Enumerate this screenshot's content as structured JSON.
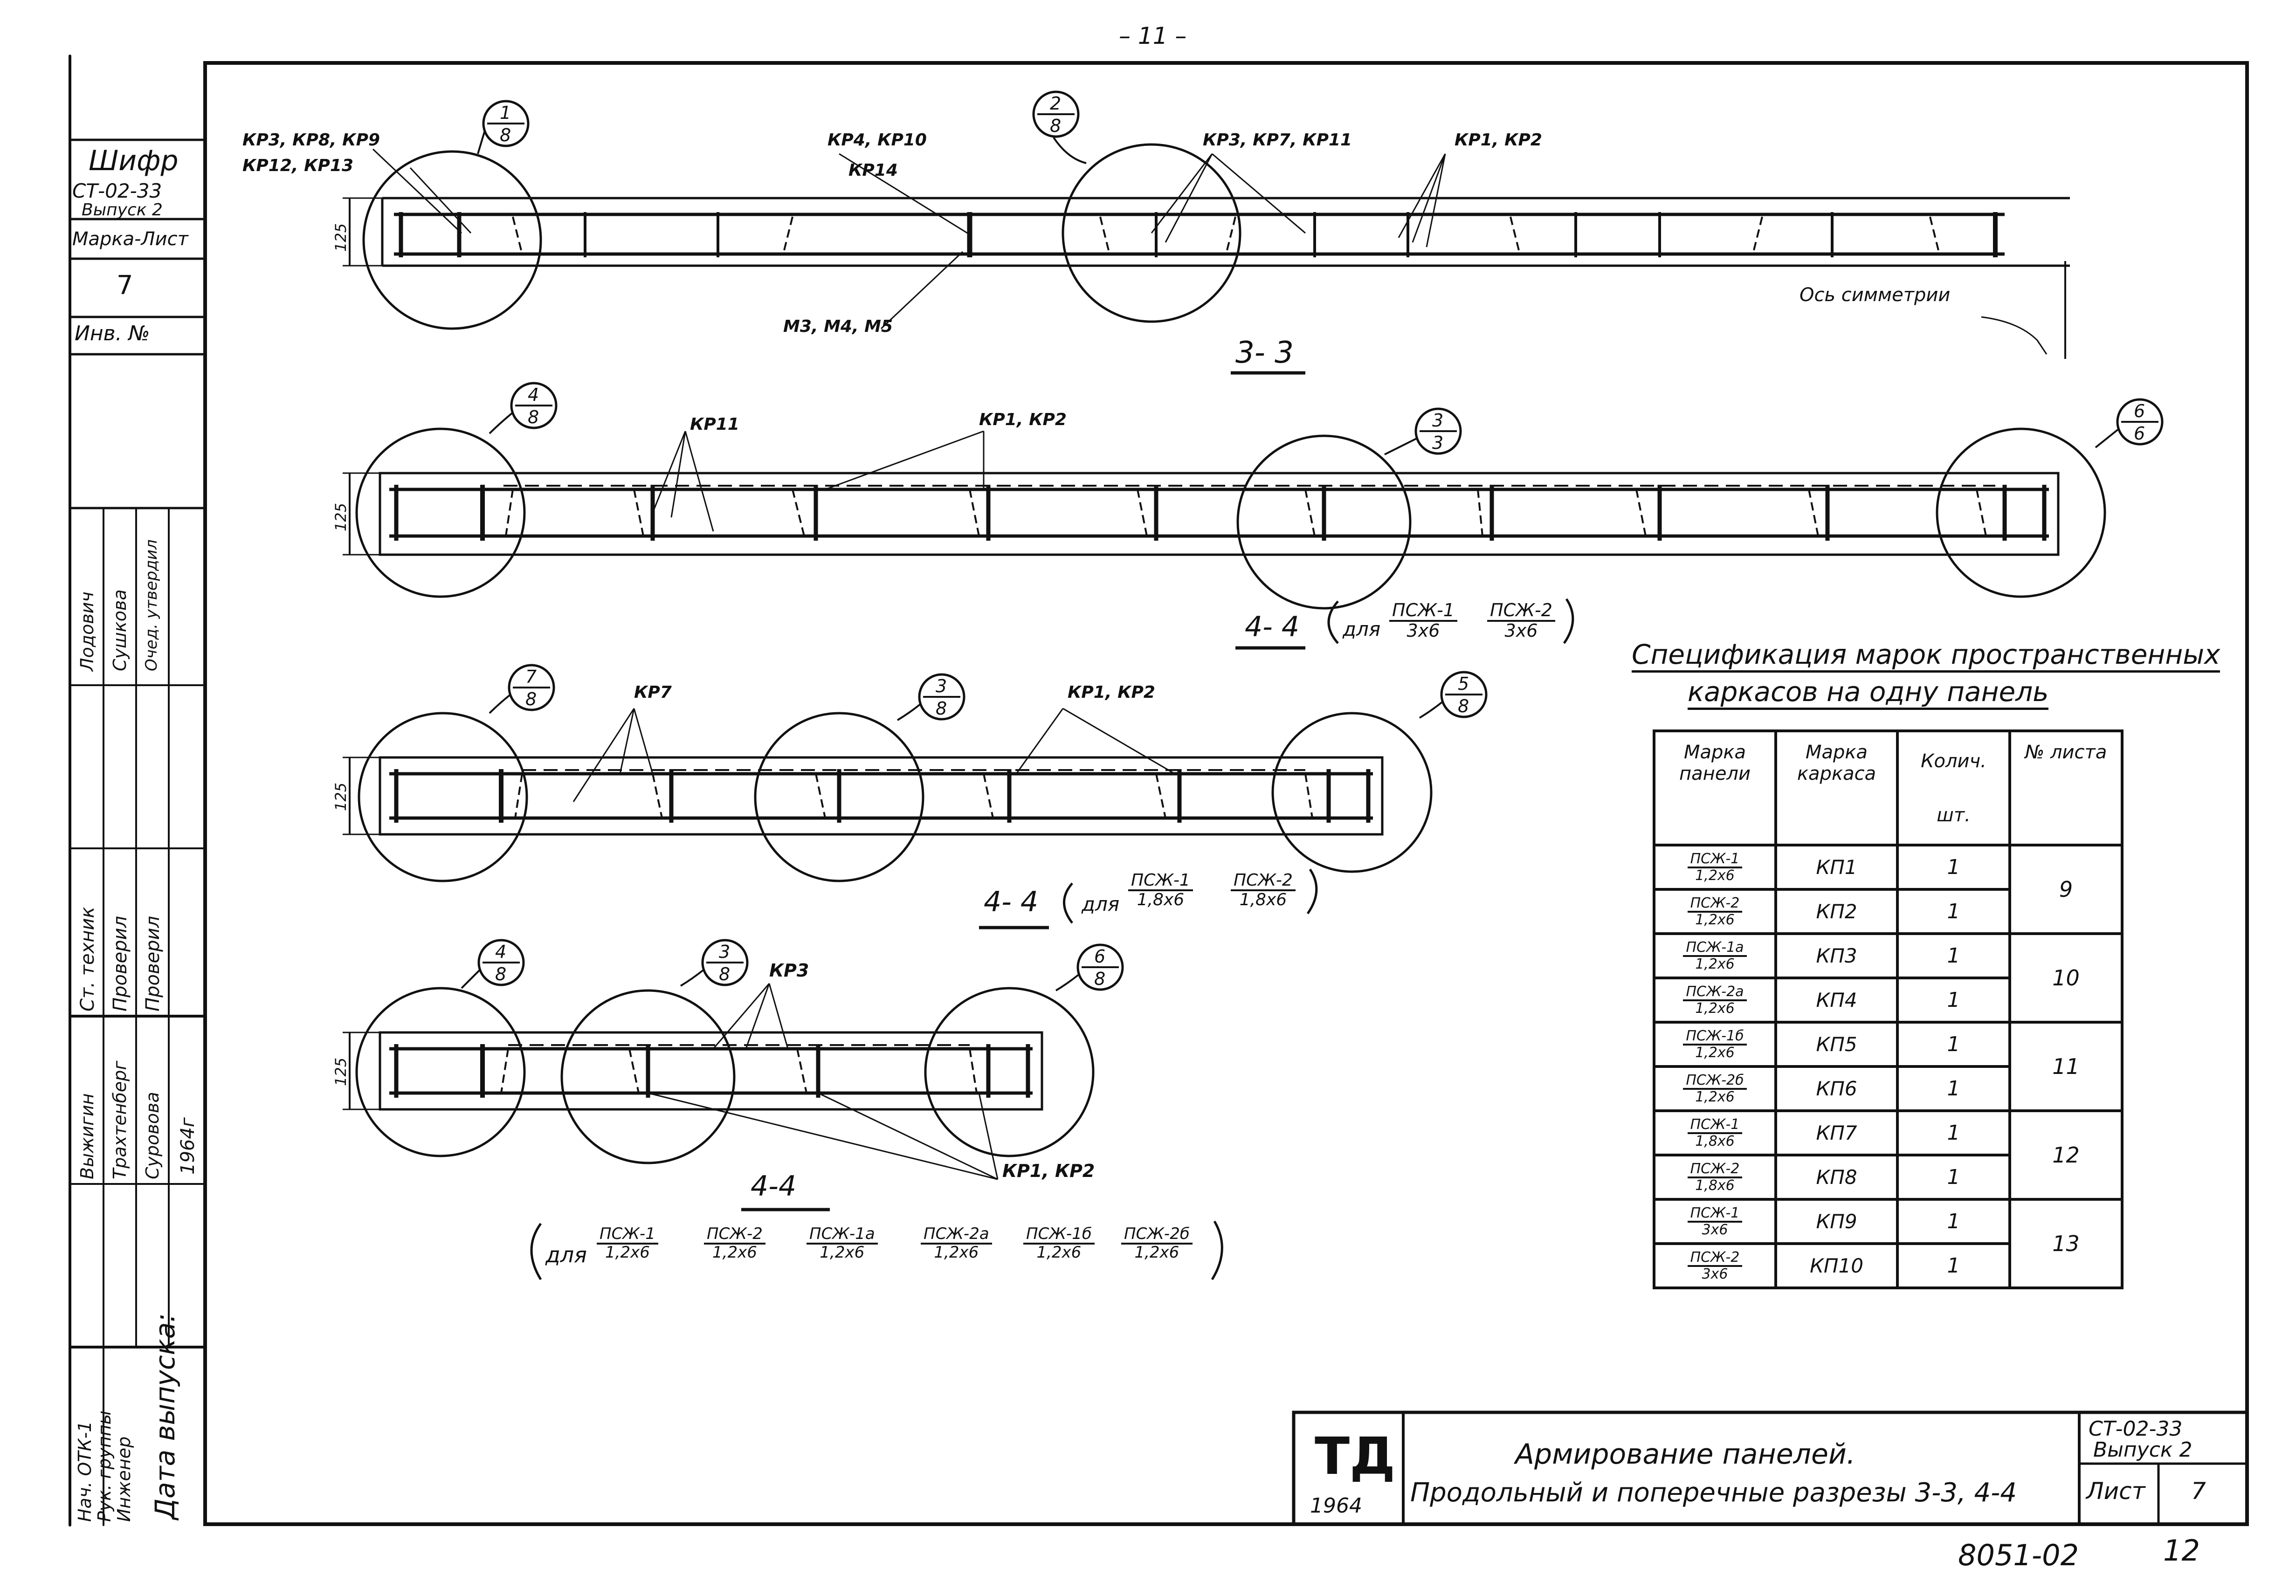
{
  "page_number": "– 11 –",
  "side_block": {
    "cipher_label": "Шифр",
    "cipher_code": "СТ-02-33",
    "issue": "Выпуск 2",
    "mark_sheet_label": "Марка-Лист",
    "mark_sheet_value": "7",
    "inv_label": "Инв. №",
    "roles": [
      "Нач. ОТК-1",
      "Рук. группы",
      "Инженер",
      "Ст. техник",
      "Проверил",
      "Проверил",
      "Выжигин",
      "Трахтенберг",
      "Суровова",
      "Лодович",
      "Сушкова",
      "Очед. утвердил"
    ],
    "issue_date_label": "Дата выпуска:",
    "issue_date_value": "1964г"
  },
  "section1": {
    "callouts": [
      {
        "num": "1",
        "den": "8"
      },
      {
        "num": "2",
        "den": "8"
      }
    ],
    "labels": [
      "КР3, КР8, КР9",
      "КР12, КР13",
      "КР4, КР10",
      "КР14",
      "КР3, КР7, КР11",
      "КР1, КР2",
      "М3, М4, М5"
    ],
    "dim": "125",
    "axis_label": "Ось симметрии",
    "section_title": "3- 3"
  },
  "section2": {
    "callouts": [
      {
        "num": "4",
        "den": "8"
      },
      {
        "num": "3",
        "den": "3"
      },
      {
        "num": "6",
        "den": "6"
      }
    ],
    "labels": [
      "КР11",
      "КР1, КР2"
    ],
    "dim": "125",
    "title": "4- 4",
    "title_for": "для",
    "fractions": [
      {
        "num": "ПСЖ-1",
        "den": "3х6"
      },
      {
        "num": "ПСЖ-2",
        "den": "3х6"
      }
    ]
  },
  "section3": {
    "callouts": [
      {
        "num": "7",
        "den": "8"
      },
      {
        "num": "3",
        "den": "8"
      },
      {
        "num": "5",
        "den": "8"
      }
    ],
    "labels": [
      "КР7",
      "КР1, КР2"
    ],
    "dim": "125",
    "title": "4- 4",
    "title_for": "для",
    "fractions": [
      {
        "num": "ПСЖ-1",
        "den": "1,8х6"
      },
      {
        "num": "ПСЖ-2",
        "den": "1,8х6"
      }
    ]
  },
  "section4": {
    "callouts": [
      {
        "num": "4",
        "den": "8"
      },
      {
        "num": "3",
        "den": "8"
      },
      {
        "num": "6",
        "den": "8"
      }
    ],
    "labels": [
      "КР3",
      "КР1, КР2"
    ],
    "dim": "125",
    "title": "4-4",
    "title_for": "для",
    "fractions": [
      {
        "num": "ПСЖ-1",
        "den": "1,2х6"
      },
      {
        "num": "ПСЖ-2",
        "den": "1,2х6"
      },
      {
        "num": "ПСЖ-1а",
        "den": "1,2х6"
      },
      {
        "num": "ПСЖ-2а",
        "den": "1,2х6"
      },
      {
        "num": "ПСЖ-1б",
        "den": "1,2х6"
      },
      {
        "num": "ПСЖ-2б",
        "den": "1,2х6"
      }
    ]
  },
  "spec": {
    "title_line1": "Спецификация марок пространственных",
    "title_line2": "каркасов на одну панель",
    "headers": [
      "Марка панели",
      "Марка каркаса",
      "Колич.",
      "№ листа"
    ],
    "unit": "шт.",
    "rows": [
      {
        "panel_num": "ПСЖ-1",
        "panel_den": "1,2х6",
        "frame": "КП1",
        "qty": "1"
      },
      {
        "panel_num": "ПСЖ-2",
        "panel_den": "1,2х6",
        "frame": "КП2",
        "qty": "1"
      },
      {
        "panel_num": "ПСЖ-1а",
        "panel_den": "1,2х6",
        "frame": "КП3",
        "qty": "1"
      },
      {
        "panel_num": "ПСЖ-2а",
        "panel_den": "1,2х6",
        "frame": "КП4",
        "qty": "1"
      },
      {
        "panel_num": "ПСЖ-1б",
        "panel_den": "1,2х6",
        "frame": "КП5",
        "qty": "1"
      },
      {
        "panel_num": "ПСЖ-2б",
        "panel_den": "1,2х6",
        "frame": "КП6",
        "qty": "1"
      },
      {
        "panel_num": "ПСЖ-1",
        "panel_den": "1,8х6",
        "frame": "КП7",
        "qty": "1"
      },
      {
        "panel_num": "ПСЖ-2",
        "panel_den": "1,8х6",
        "frame": "КП8",
        "qty": "1"
      },
      {
        "panel_num": "ПСЖ-1",
        "panel_den": "3х6",
        "frame": "КП9",
        "qty": "1"
      },
      {
        "panel_num": "ПСЖ-2",
        "panel_den": "3х6",
        "frame": "КП10",
        "qty": "1"
      }
    ],
    "sheets": [
      "9",
      "10",
      "11",
      "12",
      "13"
    ]
  },
  "title_block": {
    "logo": "ТД",
    "year": "1964",
    "title_line1": "Армирование панелей.",
    "title_line2": "Продольный и поперечные разрезы 3-3, 4-4",
    "code": "СТ-02-33",
    "issue": "Выпуск 2",
    "sheet_label": "Лист",
    "sheet_value": "7"
  },
  "footer": {
    "archive_number": "8051-02",
    "page": "12"
  }
}
